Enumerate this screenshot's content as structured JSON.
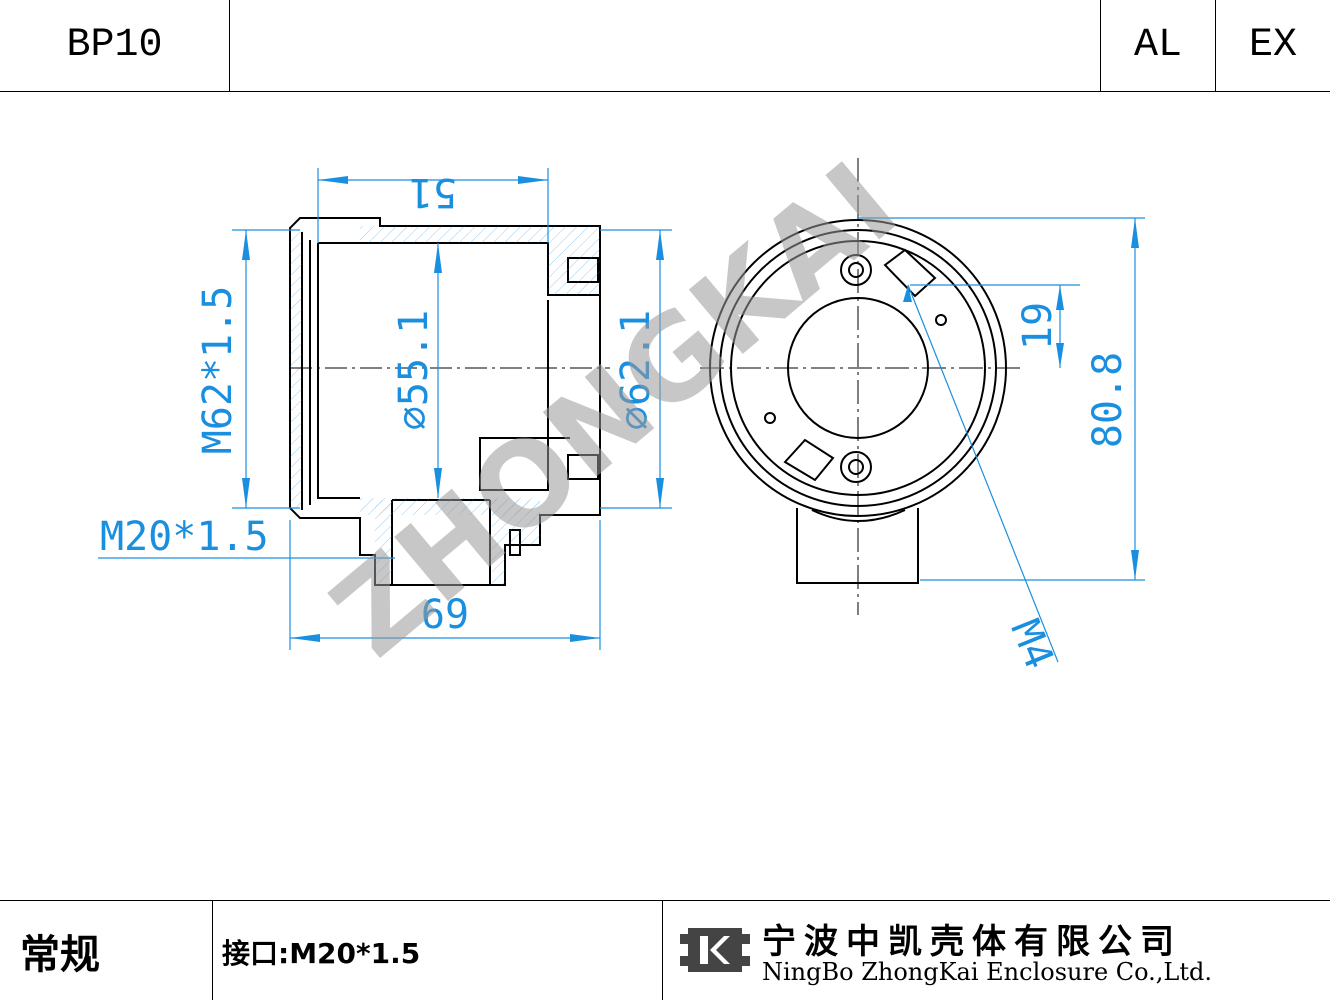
{
  "header": {
    "model": "BP10",
    "material": "AL",
    "type": "EX"
  },
  "dimensions": {
    "depth": "51",
    "thread_main": "M62*1.5",
    "inner_dia": "⌀55.1",
    "outer_dia": "⌀62.1",
    "thread_port": "M20*1.5",
    "length": "69",
    "offset": "19",
    "height": "80.8",
    "screw": "M4"
  },
  "watermark": "ZHONGKAI",
  "footer": {
    "category": "常规",
    "port_label": "接口:M20*1.5",
    "company_cn": "宁波中凯壳体有限公司",
    "company_en": "NingBo ZhongKai Enclosure Co.,Ltd."
  },
  "colors": {
    "dimension": "#1a8fe0",
    "line": "#000000",
    "watermark": "#b0b0b0"
  }
}
